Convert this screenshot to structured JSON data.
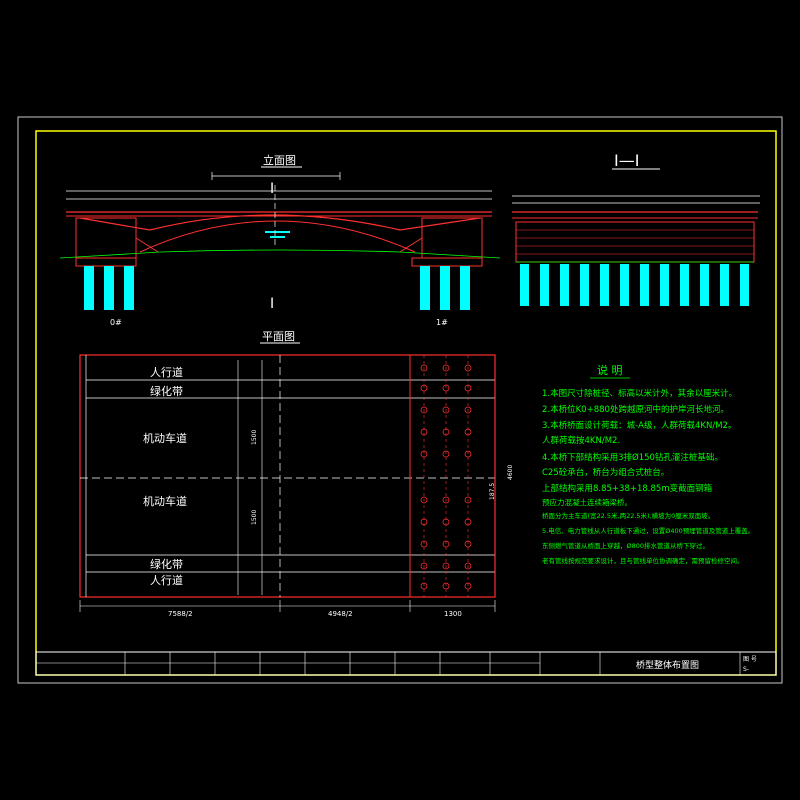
{
  "drawing": {
    "elevation_title": "立面图",
    "section_title": "I—I",
    "plan_title": "平面图",
    "section_mark": "I",
    "abutment_left": "0#",
    "abutment_right": "1#",
    "lane_labels": [
      "人行道",
      "绿化带",
      "机动车道",
      "机动车道",
      "绿化带",
      "人行道"
    ],
    "plan_dims_bottom": [
      "7588/2",
      "4948/2",
      "1300"
    ],
    "plan_dims_vertical": [
      "1500",
      "1500",
      "4600",
      "187.5"
    ]
  },
  "notes": {
    "title": "说 明",
    "lines": [
      "1.本图尺寸除桩径、标高以米计外，其余以厘米计。",
      "2.本桥位K0+880处跨越原河中的护岸河长地河。",
      "3.本桥桥面设计荷载：城-A级，人群荷载4KN/M2。",
      "   人群荷载按4KN/M2.",
      "4.本桥下部结构采用3排Ø150钻孔灌注桩基础。",
      "   C25砼承台，桥台为组合式桩台。",
      "   上部结构采用8.85+38+18.85m变截面钢箱",
      "   预应力混凝土连续箱梁桥。",
      "   桥面分为主车道(宽22.5米,两22.5米),横坡为0厘米双面坡。",
      "5.电信、电力管线从人行道板下通过，设置Ø400预埋管道及管道上覆盖。",
      "   东侧燃气管道从桥面上穿越，Ø800排水管道从桥下穿过。",
      "   老有管线按规范要求设计，且与管线单位协调确定，需预留检修空间。"
    ]
  },
  "title_block": {
    "drawing_title": "桥型整体布置图",
    "drawing_no": "S-",
    "sheet_label": "图 号"
  }
}
